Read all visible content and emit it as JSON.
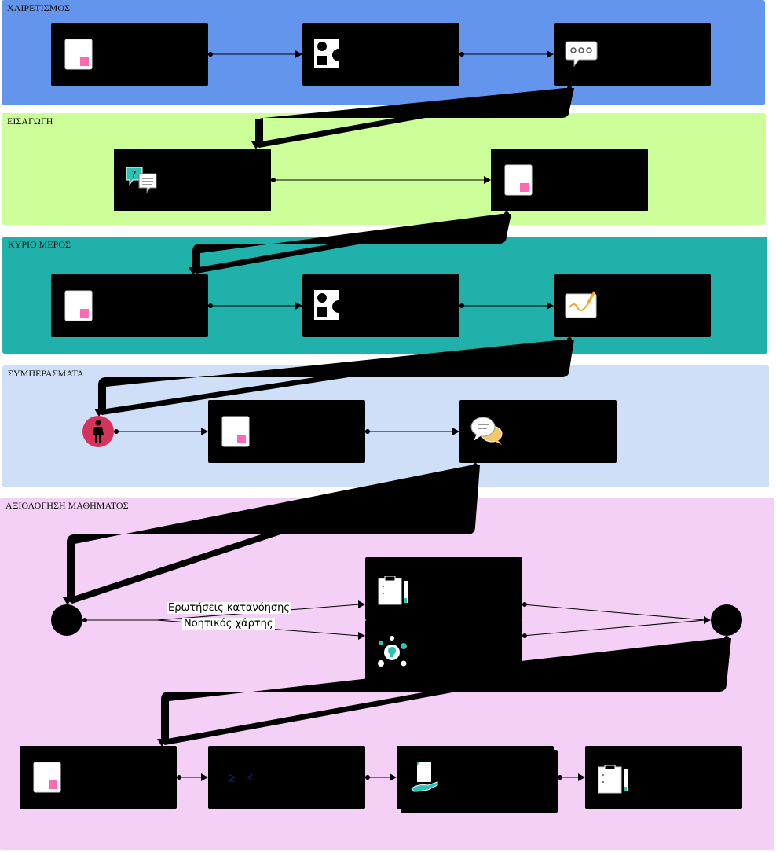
{
  "lanes": [
    {
      "title": "ΧΑΙΡΕΤΙΣΜΟΣ",
      "color": "#6495ed"
    },
    {
      "title": "ΕΙΣΑΓΩΓΗ",
      "color": "#ccff99"
    },
    {
      "title": "ΚΥΡΙΟ ΜΕΡΟΣ",
      "color": "#20b2aa"
    },
    {
      "title": "ΣΥΜΠΕΡΑΣΜΑΤΑ",
      "color": "#d0dff8"
    },
    {
      "title": "ΑΞΙΟΛΟΓΗΣΗ ΜΑΘΗΜΑΤΟΣ",
      "color": "#f4d0f7"
    }
  ],
  "edge_labels": {
    "comprehension": "Ερωτήσεις κατανόησης",
    "concept_map": "Νοητικός χάρτης"
  },
  "icons": {
    "document": "document-icon",
    "shapes": "shapes-icon",
    "chat": "chat-bubble-icon",
    "question": "question-chat-icon",
    "drawing": "drawing-icon",
    "person": "person-icon",
    "discussion": "discussion-icon",
    "checklist": "checklist-icon",
    "mindmap": "mind-map-icon",
    "code": "code-icon",
    "share": "share-document-icon"
  },
  "colors": {
    "node": "#000000",
    "person_circle": "#d6335a",
    "doc_corner": "#ff69b4",
    "teal_accent": "#2bc4b4",
    "yellow_accent": "#f5a623"
  }
}
